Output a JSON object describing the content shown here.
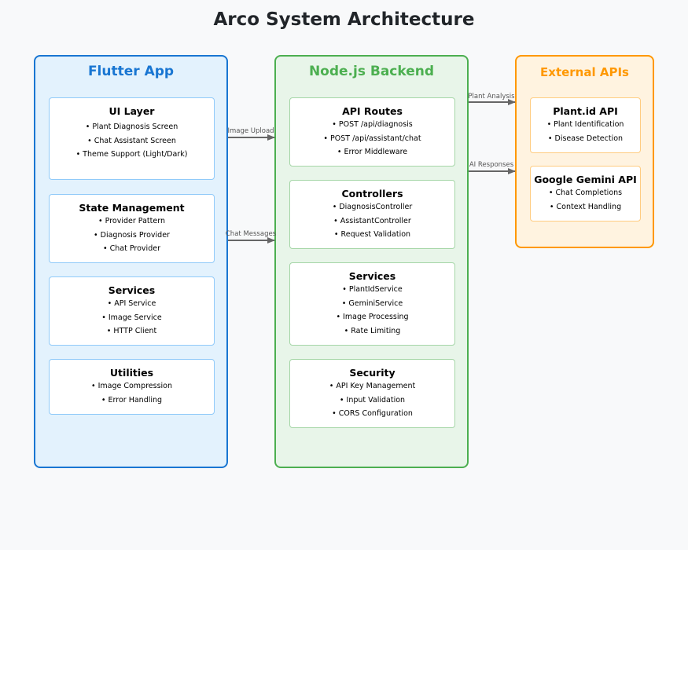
{
  "title": "Arco System Architecture",
  "colors": {
    "flutter": "#1976d2",
    "node": "#4caf50",
    "external": "#ff9800",
    "arrow": "#666666"
  },
  "columns": {
    "flutter": {
      "title": "Flutter App",
      "boxes": [
        {
          "title": "UI Layer",
          "items": [
            "• Plant Diagnosis Screen",
            "• Chat Assistant Screen",
            "• Theme Support (Light/Dark)"
          ]
        },
        {
          "title": "State Management",
          "items": [
            "• Provider Pattern",
            "• Diagnosis Provider",
            "• Chat Provider"
          ]
        },
        {
          "title": "Services",
          "items": [
            "• API Service",
            "• Image Service",
            "• HTTP Client"
          ]
        },
        {
          "title": "Utilities",
          "items": [
            "• Image Compression",
            "• Error Handling"
          ]
        }
      ]
    },
    "node": {
      "title": "Node.js Backend",
      "boxes": [
        {
          "title": "API Routes",
          "items": [
            "• POST /api/diagnosis",
            "• POST /api/assistant/chat",
            "• Error Middleware"
          ]
        },
        {
          "title": "Controllers",
          "items": [
            "• DiagnosisController",
            "• AssistantController",
            "• Request Validation"
          ]
        },
        {
          "title": "Services",
          "items": [
            "• PlantIdService",
            "• GeminiService",
            "• Image Processing",
            "• Rate Limiting"
          ]
        },
        {
          "title": "Security",
          "items": [
            "• API Key Management",
            "• Input Validation",
            "• CORS Configuration"
          ]
        }
      ]
    },
    "external": {
      "title": "External APIs",
      "boxes": [
        {
          "title": "Plant.id API",
          "items": [
            "• Plant Identification",
            "• Disease Detection"
          ]
        },
        {
          "title": "Google Gemini API",
          "items": [
            "• Chat Completions",
            "• Context Handling"
          ]
        }
      ]
    }
  },
  "arrows": [
    {
      "label": "Image Upload"
    },
    {
      "label": "Chat Messages"
    },
    {
      "label": "Plant Analysis"
    },
    {
      "label": "AI Responses"
    }
  ]
}
